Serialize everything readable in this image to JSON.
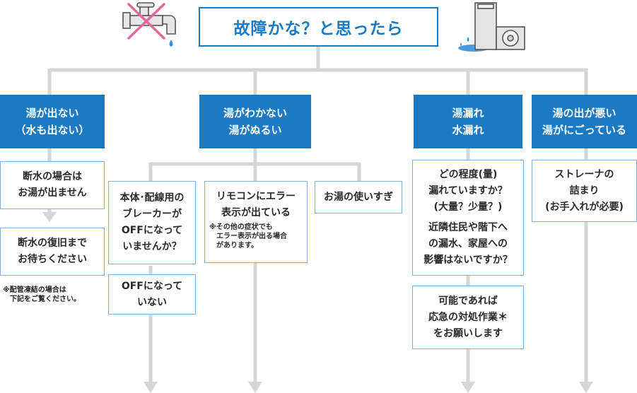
{
  "title": "故障かな？と思ったら",
  "colors": {
    "brand": "#1b7ac4",
    "connector": "#d6d6d6",
    "box_border": "#7fb0dc",
    "cross": "#e8669a"
  },
  "icons": {
    "left": "faucet-crossed-icon",
    "right": "water-heater-leak-icon"
  },
  "categories": [
    {
      "lines": [
        "湯が出ない",
        "（水も出ない）"
      ]
    },
    {
      "lines": [
        "湯がわかない",
        "湯がぬるい"
      ]
    },
    {
      "lines": [
        "湯漏れ",
        "水漏れ"
      ]
    },
    {
      "lines": [
        "湯の出が悪い",
        "湯がにごっている"
      ]
    }
  ],
  "col1": {
    "box1": [
      "断水の場合は",
      "お湯が出ません"
    ],
    "box2": [
      "断水の復旧まで",
      "お待ちください"
    ],
    "note": [
      "※配管凍結の場合は",
      "　下記をご覧ください。"
    ]
  },
  "col2": {
    "breaker": [
      "本体･配線用の",
      "ブレーカーが",
      "OFFになって",
      "いませんか？"
    ],
    "breaker_off": [
      "OFFになって",
      "いない"
    ],
    "remote": [
      "リモコンにエラー",
      "表示が出ている"
    ],
    "remote_note": [
      "※その他の症状でも",
      "　エラー表示が出る場合",
      "　があります。"
    ],
    "overuse": [
      "お湯の使いすぎ"
    ]
  },
  "col3": {
    "question_a": [
      "どの程度(量)",
      "漏れていますか？",
      "(大量？少量？)"
    ],
    "question_b": [
      "近隣住民や階下へ",
      "の漏水、家屋への",
      "影響はないですか？"
    ],
    "action": [
      "可能であれば",
      "応急の対処作業＊",
      "をお願いします"
    ]
  },
  "col4": {
    "strainer": [
      "ストレーナの",
      "詰まり",
      "(お手入れが必要)"
    ]
  }
}
